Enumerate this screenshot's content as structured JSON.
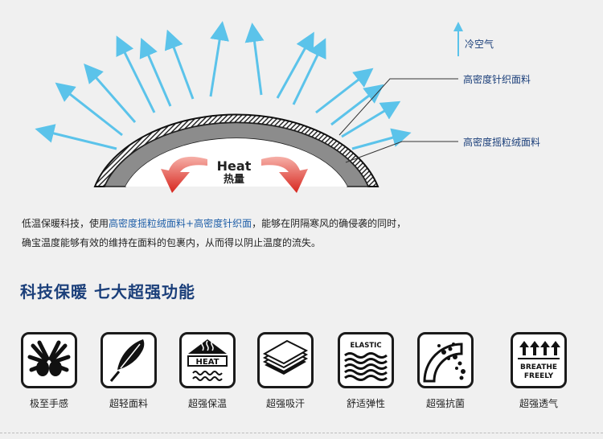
{
  "diagram": {
    "cold_air_label": "冷空气",
    "knit_fabric_label": "高密度针织面料",
    "fleece_fabric_label": "高密度摇粒绒面料",
    "heat_en": "Heat",
    "heat_zh": "热量",
    "arrow_color": "#5bc3ea",
    "heat_color": "#d7261e"
  },
  "description": {
    "line1_a": "低温保暖科技，使用",
    "line1_highlight": "高密度摇粒绒面料+高密度针织面",
    "line1_b": "，能够在阴隔寒风的确侵袭的同时，",
    "line2": "确宝温度能够有效的维持在面料的包裹内，从而得以阴止温度的流失。"
  },
  "section_title": "科技保暖 七大超强功能",
  "features": [
    {
      "label": "极至手感",
      "icon": "hand-feel-icon"
    },
    {
      "label": "超轻面料",
      "icon": "feather-icon"
    },
    {
      "label": "超强保温",
      "icon": "heat-icon",
      "icon_text": "HEAT"
    },
    {
      "label": "超强吸汗",
      "icon": "sweat-absorb-icon"
    },
    {
      "label": "舒适弹性",
      "icon": "elastic-icon",
      "icon_text": "ELASTIC"
    },
    {
      "label": "超强抗菌",
      "icon": "antibacterial-icon"
    },
    {
      "label": "超强透气",
      "icon": "breathe-icon",
      "icon_text_1": "BREATHE",
      "icon_text_2": "FREELY"
    }
  ]
}
